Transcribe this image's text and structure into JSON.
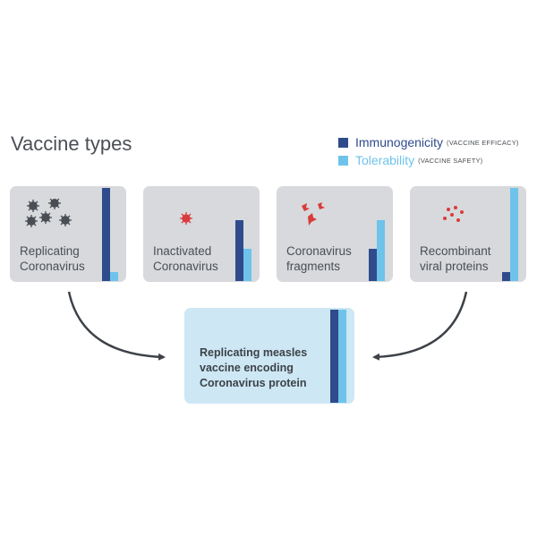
{
  "title": "Vaccine types",
  "colors": {
    "immunogenicity": "#2f4b8c",
    "tolerability": "#6ec3ea",
    "virus_dark": "#4a4f55",
    "virus_red": "#d93b3b",
    "card": "#d7d9dc",
    "center_card": "#cde7f4",
    "arrow": "#3d4248"
  },
  "legend": {
    "immunogenicity": {
      "label": "Immunogenicity",
      "sub": "(VACCINE EFFICACY)"
    },
    "tolerability": {
      "label": "Tolerability",
      "sub": "(VACCINE SAFETY)"
    }
  },
  "cards": [
    {
      "line1": "Replicating",
      "line2": "Coronavirus",
      "icon": "multiple-virus-icon"
    },
    {
      "line1": "Inactivated",
      "line2": "Coronavirus",
      "icon": "single-virus-icon"
    },
    {
      "line1": "Coronavirus",
      "line2": "fragments",
      "icon": "virus-fragments-icon"
    },
    {
      "line1": "Recombinant",
      "line2": "viral proteins",
      "icon": "protein-dots-icon"
    }
  ],
  "center": {
    "line1": "Replicating measles",
    "line2": "vaccine encoding",
    "line3": "Coronavirus protein"
  },
  "chart_data": {
    "type": "bar",
    "categories": [
      "Replicating Coronavirus",
      "Inactivated Coronavirus",
      "Coronavirus fragments",
      "Recombinant viral proteins",
      "Replicating measles vaccine encoding Coronavirus protein"
    ],
    "series": [
      {
        "name": "Immunogenicity",
        "values": [
          1.0,
          0.65,
          0.35,
          0.1,
          1.0
        ]
      },
      {
        "name": "Tolerability",
        "values": [
          0.1,
          0.35,
          0.65,
          1.0,
          1.0
        ]
      }
    ],
    "ylim": [
      0,
      1
    ]
  }
}
